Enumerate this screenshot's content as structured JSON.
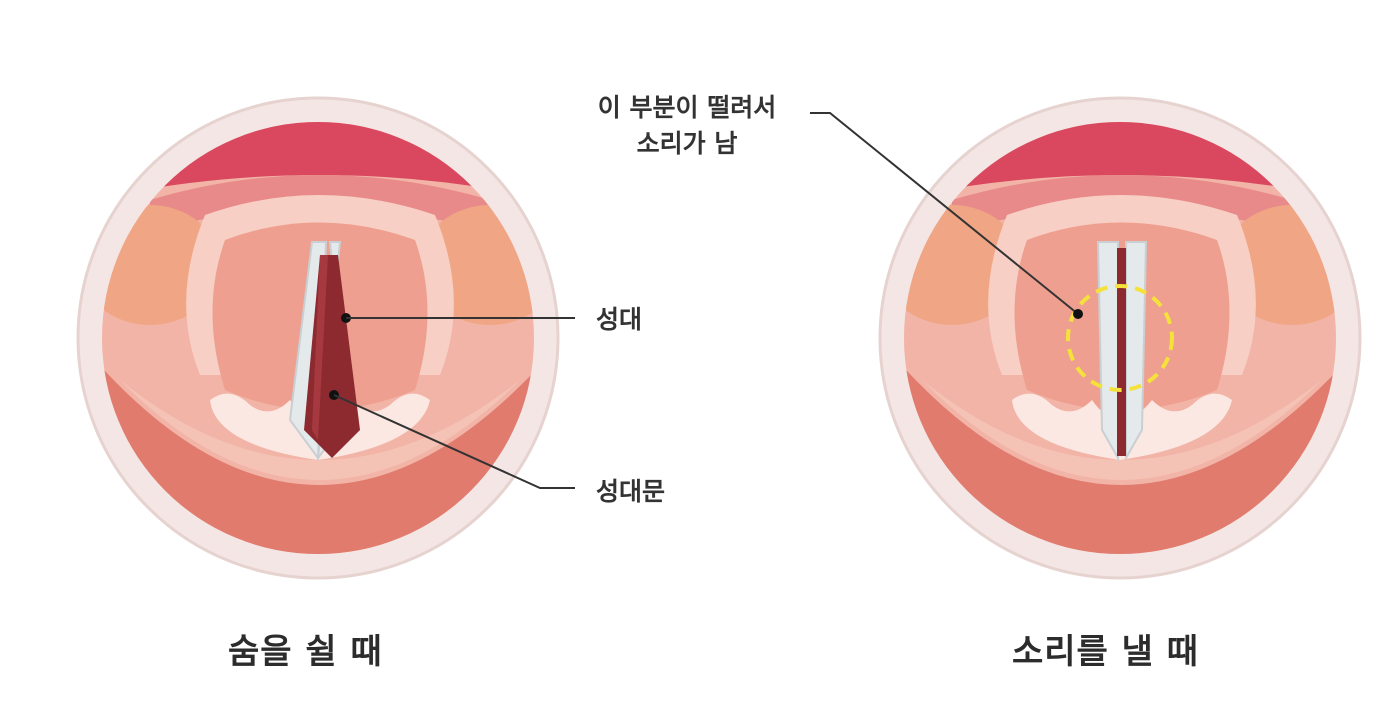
{
  "diagram": {
    "left_panel": {
      "caption": "숨을 쉴 때",
      "labels": {
        "vocal_folds": "성대",
        "glottis": "성대문"
      }
    },
    "right_panel": {
      "caption": "소리를 낼 때",
      "annotation": {
        "line1": "이 부분이 떨려서",
        "line2": "소리가 남"
      }
    },
    "colors": {
      "outer_ring": "#f3e6e4",
      "tissue_light": "#f3b6a8",
      "tissue_mid": "#ec9c8a",
      "tissue_dark": "#d86e62",
      "top_red": "#d9485e",
      "vocal_fold": "#e4e9eb",
      "glottis": "#8c2a30",
      "highlight": "#f4e23a",
      "leader_line": "#333333"
    }
  }
}
